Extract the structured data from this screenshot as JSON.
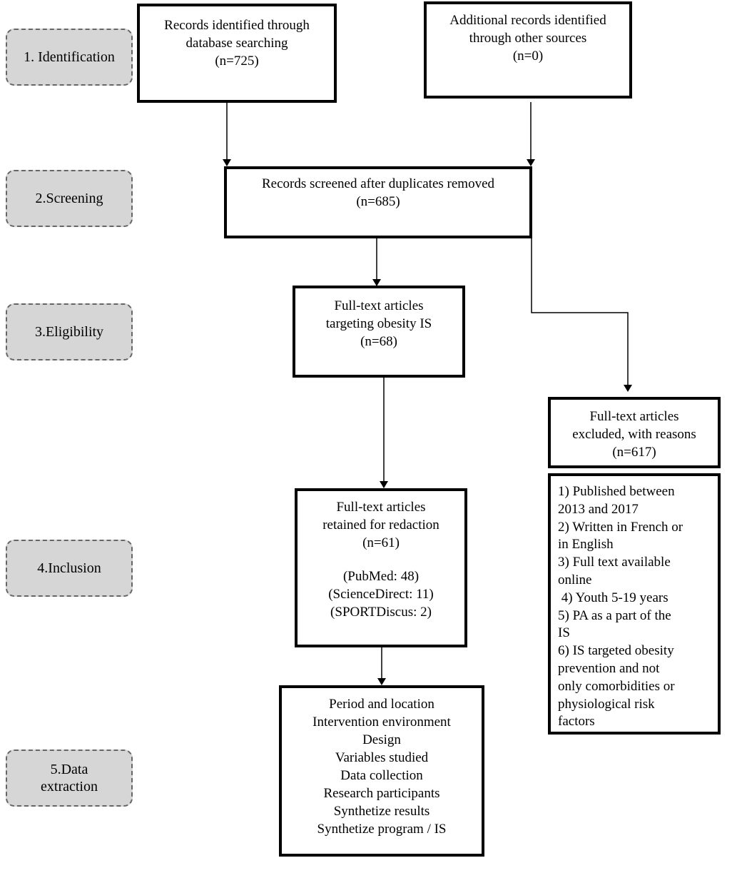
{
  "stages": [
    "1. Identification",
    "2.Screening",
    "3.Eligibility",
    "4.Inclusion",
    "5.Data extraction"
  ],
  "boxes": {
    "database_search": {
      "lines": [
        "Records identified through",
        "database searching",
        "(n=725)"
      ]
    },
    "other_sources": {
      "lines": [
        "Additional records identified",
        "through other sources",
        "(n=0)"
      ]
    },
    "screened": {
      "lines": [
        "Records screened after duplicates removed",
        "(n=685)"
      ]
    },
    "fulltext_targeting": {
      "lines": [
        "Full-text articles",
        "targeting obesity IS",
        "(n=68)"
      ]
    },
    "excluded": {
      "lines": [
        "Full-text articles",
        "excluded, with reasons",
        "(n=617)"
      ]
    },
    "retained": {
      "lines": [
        "Full-text articles",
        "retained for redaction",
        "(n=61)"
      ],
      "sources": [
        "(PubMed: 48)",
        "(ScienceDirect: 11)",
        "(SPORTDiscus: 2)"
      ]
    },
    "criteria": {
      "lines": [
        "1) Published between",
        "2013 and 2017",
        "2) Written in French or",
        "in English",
        "3) Full text available",
        "online",
        " 4) Youth 5-19 years",
        "5) PA as a part of the",
        "IS",
        "6) IS targeted obesity",
        "prevention and not",
        "only comorbidities or",
        "physiological risk",
        "factors"
      ]
    },
    "extraction": {
      "lines": [
        "Period and location",
        "Intervention environment",
        "Design",
        "Variables studied",
        "Data collection",
        "Research participants",
        "Synthetize results",
        "Synthetize program / IS"
      ]
    }
  }
}
